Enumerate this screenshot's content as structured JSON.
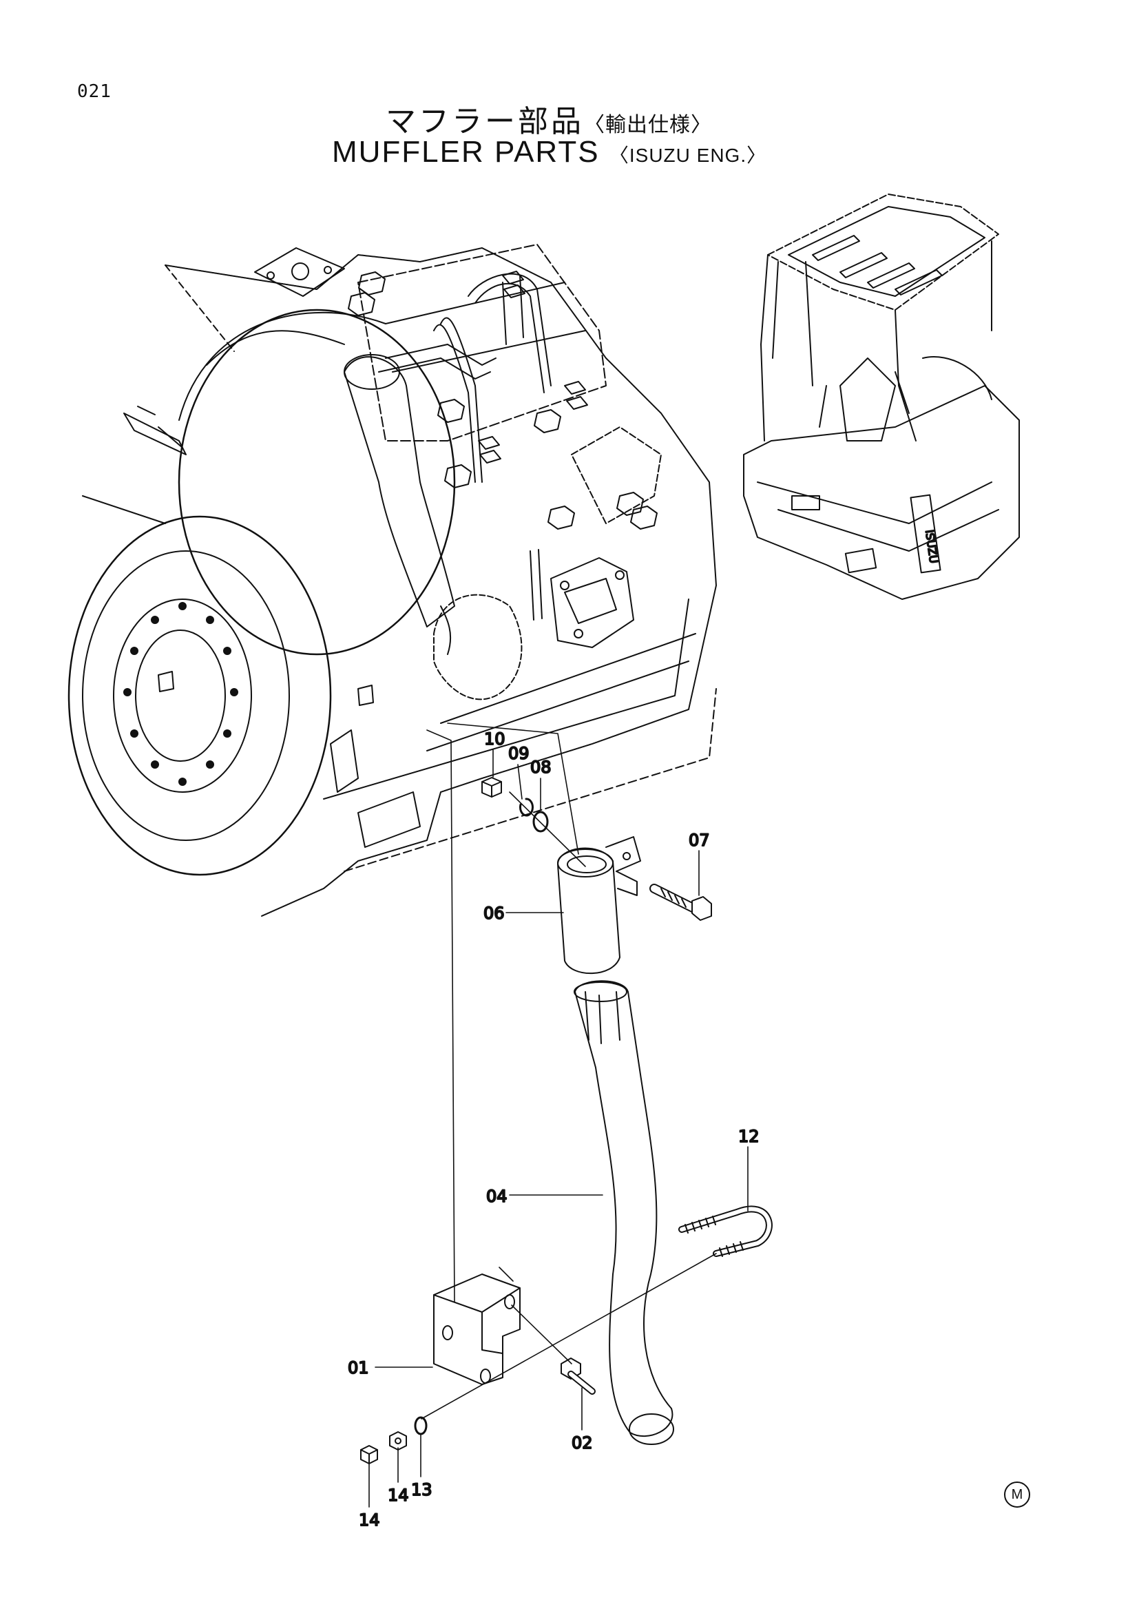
{
  "header": {
    "page_number": "021",
    "title_jp": "マフラー部品",
    "title_jp_note": "〈輸出仕様〉",
    "title_en": "MUFFLER PARTS",
    "title_en_note": "〈ISUZU ENG.〉"
  },
  "callouts": [
    {
      "ref": "01"
    },
    {
      "ref": "02"
    },
    {
      "ref": "04"
    },
    {
      "ref": "06"
    },
    {
      "ref": "07"
    },
    {
      "ref": "08"
    },
    {
      "ref": "09"
    },
    {
      "ref": "10"
    },
    {
      "ref": "12"
    },
    {
      "ref": "13"
    },
    {
      "ref": "14"
    },
    {
      "ref": "14"
    }
  ],
  "footer": {
    "mark": "M"
  },
  "machine_logo": "ISUZU"
}
